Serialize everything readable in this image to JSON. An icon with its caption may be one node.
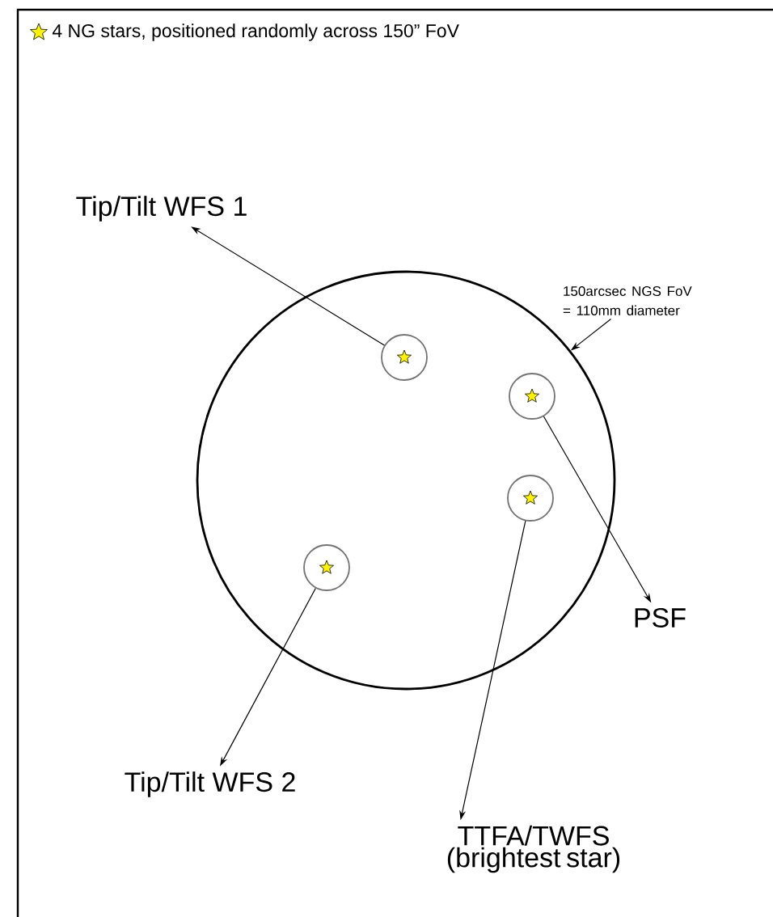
{
  "diagram": {
    "nodes": [
      {
        "text": [],
        "shape": "circle"
      },
      {
        "text": [],
        "shape": "circle",
        "in": 0
      },
      {
        "text": [],
        "shape": "circle",
        "in": 0
      },
      {
        "text": [],
        "shape": "circle",
        "in": 0
      },
      {
        "text": [],
        "shape": "circle",
        "in": 0
      },
      {
        "text": [
          "Tip/Tilt WFS 1"
        ]
      },
      {
        "text": [
          "PSF"
        ]
      },
      {
        "text": [
          "Tip/Tilt WFS 2"
        ]
      },
      {
        "text": [
          "TTFA/TWFS (brightest star)"
        ]
      },
      {
        "text": [
          "150arcsec NGS FoV = 110mm diameter"
        ]
      }
    ],
    "edges": [
      {
        "from": 1,
        "to": 5,
        "arrow": "to"
      },
      {
        "from": 2,
        "to": 6,
        "arrow": "to"
      },
      {
        "from": 4,
        "to": 7,
        "arrow": "to"
      },
      {
        "from": 3,
        "to": 8,
        "arrow": "to"
      },
      {
        "from": 9,
        "to": 0,
        "arrow": "to"
      }
    ],
    "legend": [
      {
        "text": "4 NG stars, positioned randomly across 150” FoV"
      }
    ]
  }
}
